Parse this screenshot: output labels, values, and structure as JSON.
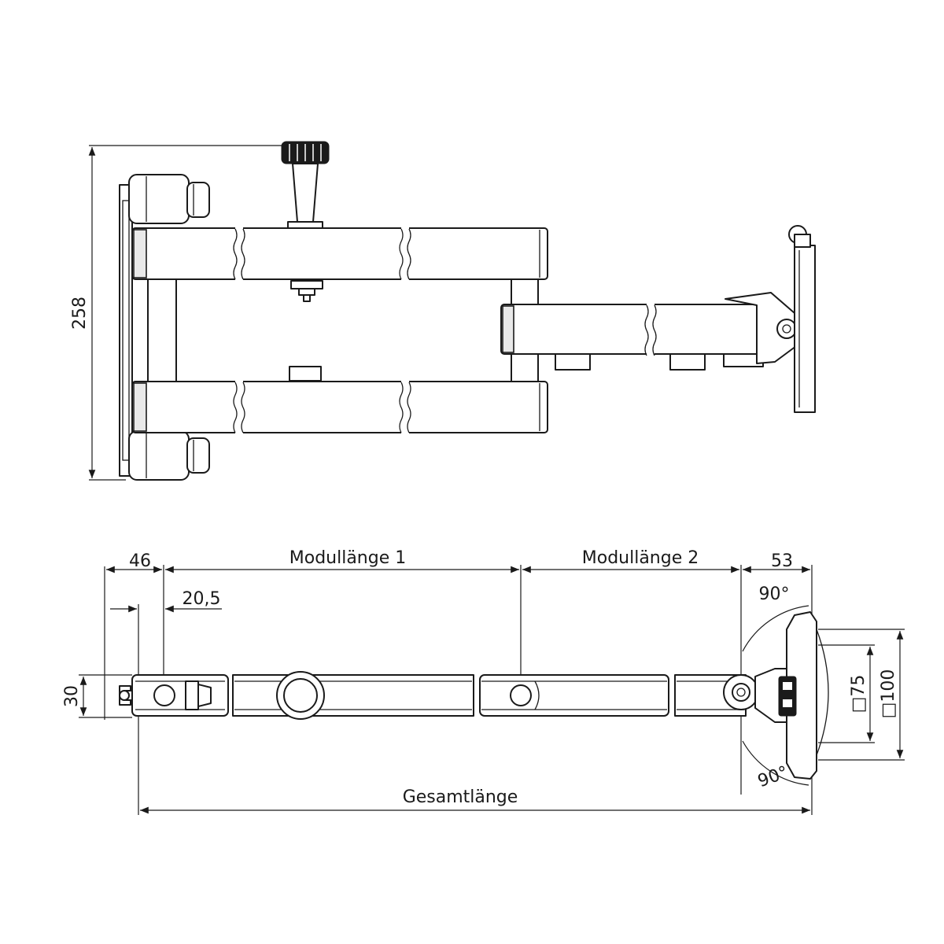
{
  "dimensions": {
    "height": "258",
    "d46": "46",
    "modul1": "Modullänge 1",
    "modul2": "Modullänge 2",
    "d53": "53",
    "d20_5": "20,5",
    "d30": "30",
    "angle_top": "90°",
    "angle_bottom": "90°",
    "vesa_75": "□75",
    "vesa_100": "□100",
    "total": "Gesamtlänge"
  }
}
